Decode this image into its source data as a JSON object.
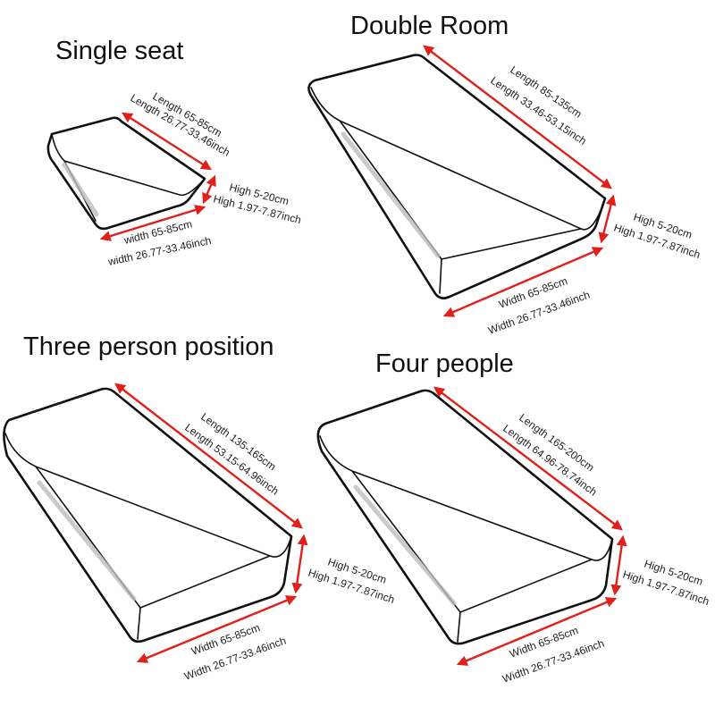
{
  "colors": {
    "arrow": "#e0211b",
    "outline": "#111111"
  },
  "panels": {
    "single": {
      "title": "Single seat",
      "length_cm": "Length 65-85cm",
      "length_inch": "Length 26.77-33.46inch",
      "high_cm": "High 5-20cm",
      "high_inch": "High 1.97-7.87inch",
      "width_cm": "width 65-85cm",
      "width_inch": "width 26.77-33.46inch"
    },
    "double": {
      "title": "Double Room",
      "length_cm": "Length 85-135cm",
      "length_inch": "Length 33.46-53.15inch",
      "high_cm": "High 5-20cm",
      "high_inch": "High 1.97-7.87inch",
      "width_cm": "Width 65-85cm",
      "width_inch": "Width 26.77-33.46inch"
    },
    "three": {
      "title": "Three person position",
      "length_cm": "Length 135-165cm",
      "length_inch": "Length 53.15-64.96inch",
      "high_cm": "High 5-20cm",
      "high_inch": "High 1.97-7.87inch",
      "width_cm": "Width 65-85cm",
      "width_inch": "Width 26.77-33.46inch"
    },
    "four": {
      "title": "Four people",
      "length_cm": "Length 165-200cm",
      "length_inch": "Length 64.96-78.74inch",
      "high_cm": "High 5-20cm",
      "high_inch": "High 1.97-7.87inch",
      "width_cm": "Width 65-85cm",
      "width_inch": "Width 26.77-33.46inch"
    }
  }
}
